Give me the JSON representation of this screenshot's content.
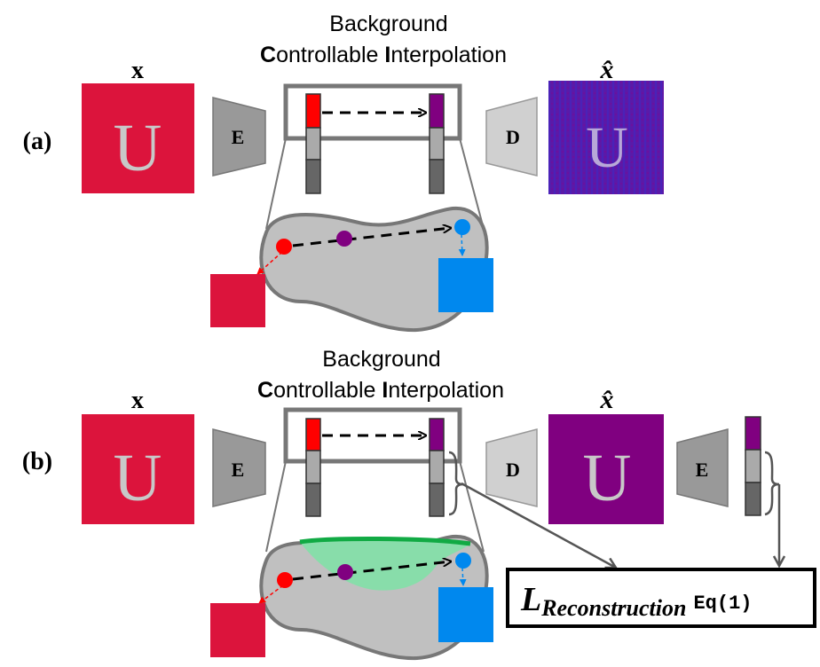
{
  "title_line1": "Background",
  "title_line2_c": "C",
  "title_line2_rest1": "ontrollable ",
  "title_line2_i": "I",
  "title_line2_rest2": "nterpolation",
  "panel_a": {
    "label": "(a)",
    "input_label": "x",
    "output_label": "x̂",
    "image_letter": "U",
    "encoder": "E",
    "decoder": "D"
  },
  "panel_b": {
    "label": "(b)",
    "input_label": "x",
    "output_label": "x̂",
    "image_letter": "U",
    "encoder": "E",
    "decoder": "D",
    "second_encoder": "E",
    "loss_L": "L",
    "loss_sub": "Reconstruction",
    "loss_eq": "Eq(1)"
  },
  "colors": {
    "crimson": "#DC143C",
    "purple": "#800080",
    "blue": "#0088EE",
    "red": "#FF0000",
    "gray": "#999999",
    "light_gray": "#D0D0D0",
    "manifold": "#C0C0C0",
    "green": "#88DDAA",
    "green_edge": "#11AA44"
  }
}
